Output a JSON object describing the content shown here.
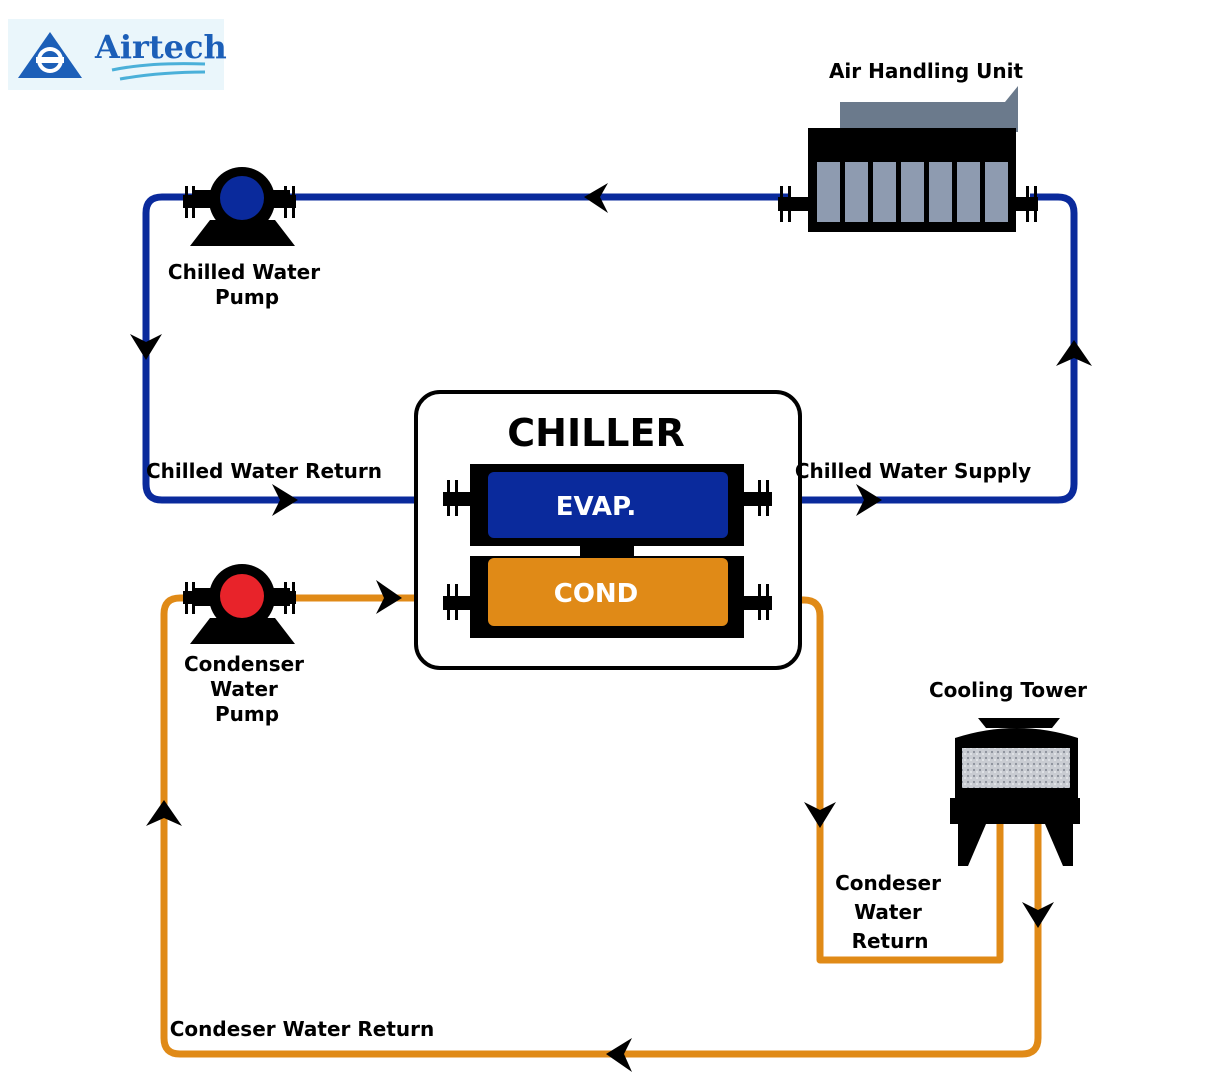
{
  "brand": {
    "name": "Airtech"
  },
  "chiller": {
    "title": "CHILLER",
    "evap": "EVAP.",
    "cond": "COND"
  },
  "labels": {
    "air_handling_unit": "Air Handling Unit",
    "chilled_water_pump": [
      "Chilled Water",
      "Pump"
    ],
    "chilled_water_return": "Chilled Water Return",
    "chilled_water_supply": "Chilled Water Supply",
    "condenser_water_pump": [
      "Condenser",
      "Water",
      "Pump"
    ],
    "cooling_tower": "Cooling Tower",
    "condenser_water_return_right": [
      "Condeser",
      "Water",
      "Return"
    ],
    "condenser_water_return_bottom": "Condeser Water Return"
  },
  "colors": {
    "chilled_loop": "#0a2a9c",
    "condenser_loop": "#e08a17",
    "evap_fill": "#0a2a9c",
    "cond_fill": "#e08a17",
    "chilled_pump": "#0a2a9c",
    "condenser_pump": "#e8232a",
    "ahu_duct": "#6b7a8c",
    "ahu_panels": "#8e9bb0",
    "logo_blue": "#1c5fb8",
    "logo_bg": "#eaf6fb"
  }
}
